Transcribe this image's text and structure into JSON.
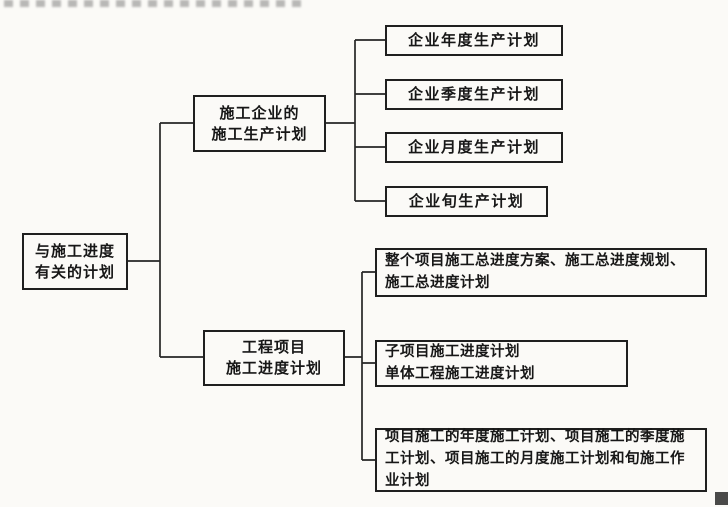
{
  "diagram": {
    "root": {
      "lines": [
        "与施工进度",
        "有关的计划"
      ]
    },
    "branch1": {
      "label_lines": [
        "施工企业的",
        "施工生产计划"
      ],
      "leaves": [
        "企业年度生产计划",
        "企业季度生产计划",
        "企业月度生产计划",
        "企业旬生产计划"
      ]
    },
    "branch2": {
      "label_lines": [
        "工程项目",
        "施工进度计划"
      ],
      "leaves": [
        "整个项目施工总进度方案、施工总进度规划、施工总进度计划",
        [
          "子项目施工进度计划",
          "单体工程施工进度计划"
        ],
        "项目施工的年度施工计划、项目施工的季度施工计划、项目施工的月度施工计划和旬施工作业计划"
      ]
    },
    "colors": {
      "ink": "#1f1f1f",
      "paper": "#fbfaf7"
    }
  }
}
